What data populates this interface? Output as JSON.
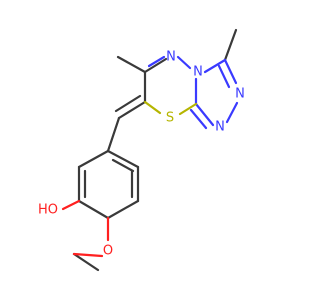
{
  "molecule": {
    "atoms": {
      "n4": {
        "symbol": "N",
        "color": "#3a3aff"
      },
      "n1": {
        "symbol": "N",
        "color": "#3a3aff"
      },
      "n2": {
        "symbol": "N",
        "color": "#3a3aff"
      },
      "n3": {
        "symbol": "N",
        "color": "#3a3aff"
      },
      "s": {
        "symbol": "S",
        "color": "#b5b500"
      },
      "oh": {
        "symbol": "HO",
        "color": "#ff2020"
      },
      "ome": {
        "symbol": "O",
        "color": "#ff2020"
      }
    },
    "bond_color": "#3a3a3a"
  }
}
